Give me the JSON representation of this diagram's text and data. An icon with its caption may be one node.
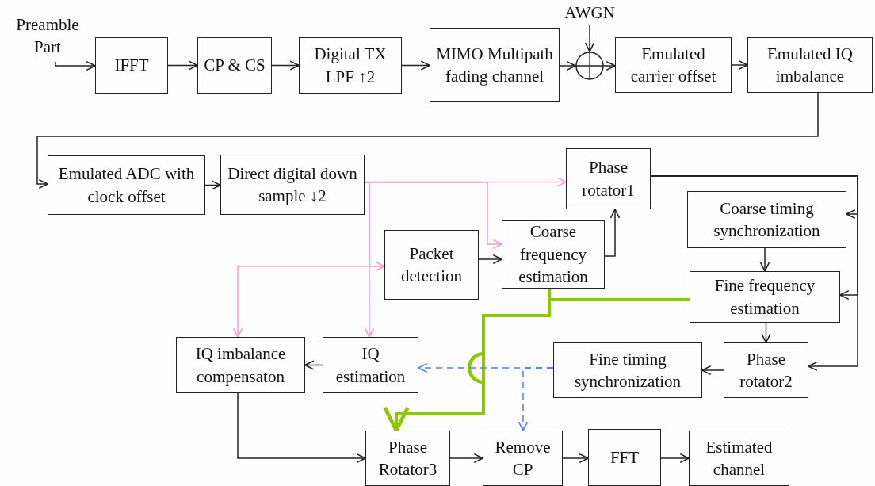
{
  "diagram": {
    "nodes": [
      {
        "text": [
          "Preamble Part"
        ]
      },
      {
        "text": [
          "IFFT"
        ]
      },
      {
        "text": [
          "CP & CS"
        ]
      },
      {
        "text": [
          "Digital TX LPF ↑2"
        ]
      },
      {
        "text": [
          "MIMO Multipath fading channel"
        ]
      },
      {
        "text": [],
        "shape": "circle"
      },
      {
        "text": [
          "AWGN"
        ]
      },
      {
        "text": [
          "Emulated carrier offset"
        ]
      },
      {
        "text": [
          "Emulated IQ imbalance"
        ]
      },
      {
        "text": [
          "Emulated ADC with clock offset"
        ]
      },
      {
        "text": [
          "Direct digital down sample ↓2"
        ]
      },
      {
        "text": [
          "Phase rotator1"
        ]
      },
      {
        "text": [
          "Coarse timing synchronization"
        ]
      },
      {
        "text": [
          "Packet detection"
        ]
      },
      {
        "text": [
          "Coarse frequency estimation"
        ]
      },
      {
        "text": [
          "Fine frequency estimation"
        ]
      },
      {
        "text": [
          "IQ imbalance compensaton"
        ]
      },
      {
        "text": [
          "IQ estimation"
        ]
      },
      {
        "text": [
          "Fine timing synchronization"
        ]
      },
      {
        "text": [
          "Phase rotator2"
        ]
      },
      {
        "text": [
          "Phase Rotator3"
        ]
      },
      {
        "text": [
          "Remove CP"
        ]
      },
      {
        "text": [
          "FFT"
        ]
      },
      {
        "text": [
          "Estimated channel"
        ]
      }
    ],
    "edges": [
      {
        "from": 0,
        "to": 1,
        "arrow": "to"
      },
      {
        "from": 1,
        "to": 2,
        "arrow": "to"
      },
      {
        "from": 2,
        "to": 3,
        "arrow": "to"
      },
      {
        "from": 3,
        "to": 4,
        "arrow": "to"
      },
      {
        "from": 4,
        "to": 5,
        "arrow": "to"
      },
      {
        "from": 6,
        "to": 5,
        "arrow": "to"
      },
      {
        "from": 5,
        "to": 7,
        "arrow": "to"
      },
      {
        "from": 7,
        "to": 8,
        "arrow": "to"
      },
      {
        "from": 8,
        "to": 9,
        "arrow": "to"
      },
      {
        "from": 9,
        "to": 10,
        "arrow": "to"
      },
      {
        "from": 10,
        "to": 11,
        "arrow": "to",
        "color": "#ff99cc"
      },
      {
        "from": 10,
        "to": 14,
        "arrow": "to",
        "color": "#ff99cc"
      },
      {
        "from": 10,
        "to": 13,
        "arrow": "to",
        "color": "#ff99cc"
      },
      {
        "from": 10,
        "to": 16,
        "arrow": "to",
        "color": "#ff99cc"
      },
      {
        "from": 10,
        "to": 17,
        "arrow": "to",
        "color": "#ff99cc"
      },
      {
        "from": 13,
        "to": 14,
        "arrow": "to"
      },
      {
        "from": 14,
        "to": 11,
        "arrow": "to"
      },
      {
        "from": 11,
        "to": 12,
        "arrow": "to"
      },
      {
        "from": 11,
        "to": 15,
        "arrow": "to"
      },
      {
        "from": 11,
        "to": 19,
        "arrow": "to"
      },
      {
        "from": 12,
        "to": 15,
        "arrow": "to"
      },
      {
        "from": 15,
        "to": 19,
        "arrow": "to"
      },
      {
        "from": 19,
        "to": 18,
        "arrow": "to"
      },
      {
        "from": 17,
        "to": 16,
        "arrow": "to"
      },
      {
        "from": 14,
        "to": 20,
        "arrow": "to",
        "style": "thick",
        "color": "#8cc800"
      },
      {
        "from": 15,
        "to": 20,
        "arrow": "to",
        "style": "thick",
        "color": "#8cc800"
      },
      {
        "from": 18,
        "to": 17,
        "arrow": "to",
        "style": "dashed",
        "color": "#4f7fff"
      },
      {
        "from": 18,
        "to": 21,
        "arrow": "to",
        "style": "dashed",
        "color": "#4f7fff"
      },
      {
        "from": 16,
        "to": 20,
        "arrow": "to"
      },
      {
        "from": 20,
        "to": 21,
        "arrow": "to"
      },
      {
        "from": 21,
        "to": 22,
        "arrow": "to"
      },
      {
        "from": 22,
        "to": 23,
        "arrow": "to"
      }
    ]
  }
}
